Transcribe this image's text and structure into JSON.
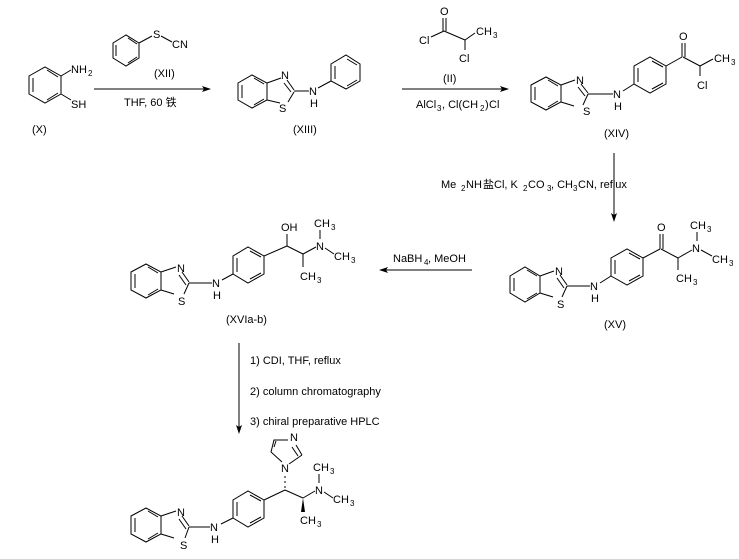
{
  "scheme": {
    "title": "Synthesis of benzothiazolyl-amino imidazole compound",
    "compounds": [
      {
        "id": "X",
        "label": "(X)",
        "substituents": [
          "NH2",
          "SH"
        ]
      },
      {
        "id": "XII",
        "label": "(XII)",
        "substituents": [
          "S",
          "CN"
        ]
      },
      {
        "id": "XIII",
        "label": "(XIII)",
        "atoms": [
          "N",
          "S",
          "N",
          "H"
        ]
      },
      {
        "id": "II",
        "label": "(II)",
        "atoms": [
          "O",
          "Cl",
          "CH3",
          "Cl"
        ]
      },
      {
        "id": "XIV",
        "label": "(XIV)",
        "atoms": [
          "N",
          "S",
          "N",
          "H",
          "O",
          "CH3",
          "Cl"
        ]
      },
      {
        "id": "XV",
        "label": "(XV)",
        "atoms": [
          "N",
          "S",
          "N",
          "H",
          "O",
          "CH3",
          "N",
          "CH3",
          "CH3"
        ]
      },
      {
        "id": "XVIa-b",
        "label": "(XVIa-b)",
        "atoms": [
          "N",
          "S",
          "N",
          "H",
          "OH",
          "CH3",
          "N",
          "CH3",
          "CH3"
        ]
      },
      {
        "id": "final",
        "label": "",
        "atoms": [
          "N",
          "S",
          "N",
          "H",
          "N",
          "N",
          "CH3",
          "N",
          "CH3",
          "CH3"
        ]
      }
    ],
    "steps": [
      {
        "id": "step1",
        "reagent_above": "(XII)",
        "conditions": "THF, 60 铁",
        "direction": "right"
      },
      {
        "id": "step2",
        "reagent_above": "(II)",
        "conditions": "AlCl3, Cl(CH2)2Cl",
        "direction": "right"
      },
      {
        "id": "step3",
        "conditions": "Me2NH盐Cl, K2CO3, CH3CN, reflux",
        "direction": "down"
      },
      {
        "id": "step4",
        "conditions": "NaBH4, MeOH",
        "direction": "left"
      },
      {
        "id": "step5",
        "conditions": [
          "1) CDI, THF, reflux",
          "2) column chromatography",
          "3) chiral preparative HPLC"
        ],
        "direction": "down"
      }
    ]
  },
  "text": {
    "lbl_X": "(X)",
    "lbl_XII": "(XII)",
    "lbl_XIII": "(XIII)",
    "lbl_II": "(II)",
    "lbl_XIV": "(XIV)",
    "lbl_XV": "(XV)",
    "lbl_XVI": "(XVIa-b)",
    "s1_cond": "THF, 60 铁",
    "s3_cond": "Me",
    "s3_cond_b": "NH",
    "s3_cond_c": "盐Cl, K",
    "s3_cond_d": "CO",
    "s3_cond_e": ", CH",
    "s3_cond_f": "CN, reflux",
    "s4_cond": "NaBH",
    "s4_cond_b": ", MeOH",
    "s5_line1": "1) CDI, THF, reflux",
    "s5_line2": "2) column chromatography",
    "s5_line3": "3) chiral preparative HPLC",
    "s2_a": "AlCl",
    "s2_b": ", Cl(CH",
    "s2_c": ")",
    "s2_d": "Cl",
    "sub2": "2",
    "sub3": "3",
    "sub4": "4",
    "N": "N",
    "S": "S",
    "H": "H",
    "O": "O",
    "OH": "OH",
    "Cl": "Cl",
    "CH": "CH",
    "NH": "NH",
    "SH": "SH",
    "CN": "CN"
  }
}
